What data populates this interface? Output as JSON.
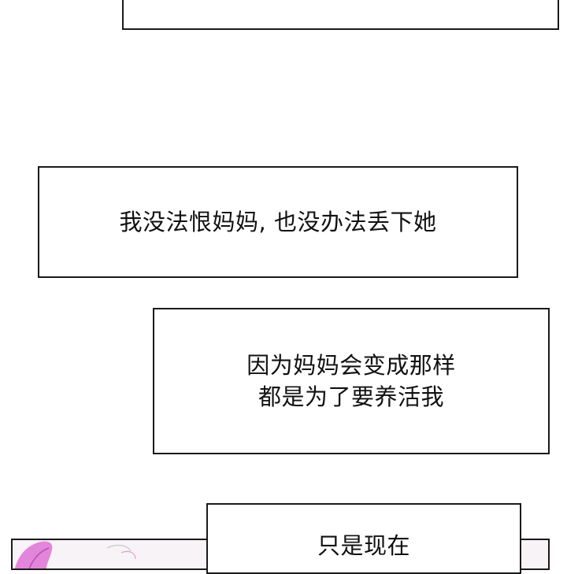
{
  "captions": {
    "top": [],
    "box1": [
      "我没法恨妈妈, 也没办法丢下她"
    ],
    "box2": [
      "因为妈妈会变成那样",
      "都是为了要养活我"
    ],
    "box3": [
      "只是现在"
    ]
  },
  "colors": {
    "border": "#1a1a1a",
    "text": "#111111",
    "background": "#ffffff",
    "hair": "#e07ad8"
  }
}
